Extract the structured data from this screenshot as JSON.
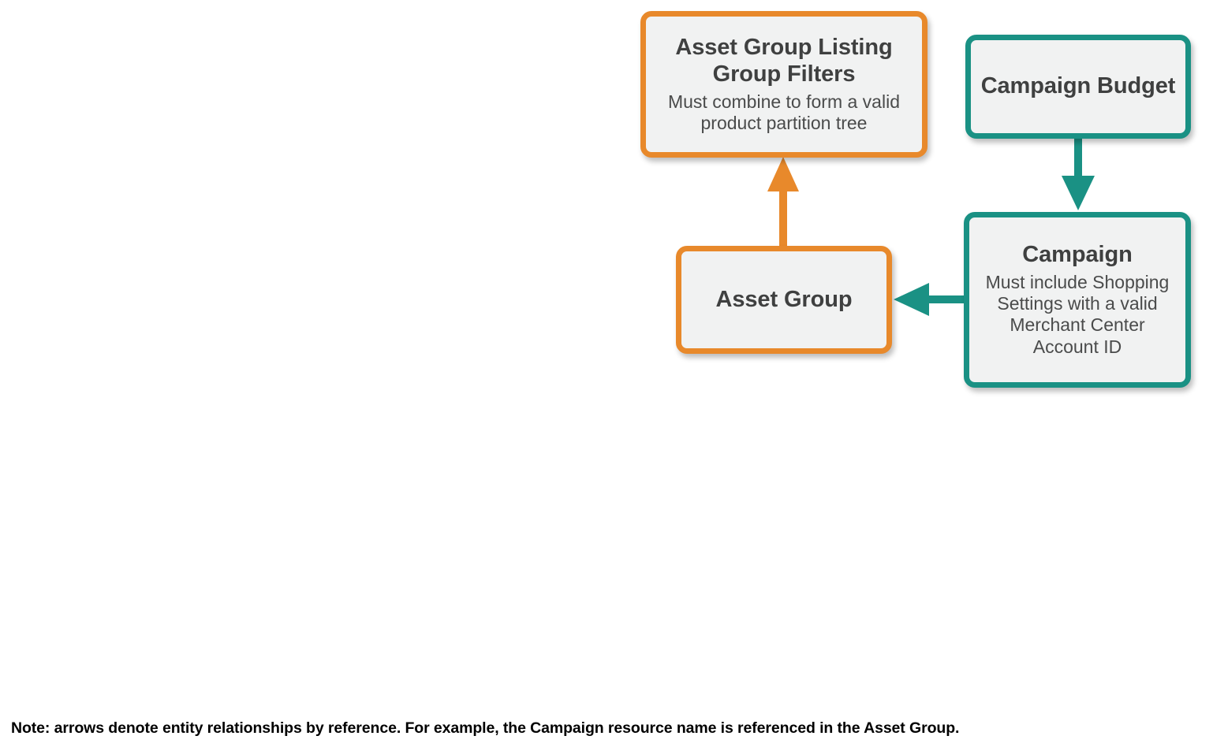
{
  "diagram": {
    "colors": {
      "orange": "#e8892b",
      "teal": "#1a9184",
      "node_fill": "#f1f2f2",
      "title_text": "#3f4040",
      "body_text": "#4a4b4b",
      "note_text": "#000000",
      "background": "#ffffff"
    },
    "nodes": [
      {
        "id": "asset-group-listing-group-filters",
        "title": "Asset Group Listing Group Filters",
        "description": "Must combine to form a valid product partition tree",
        "accent": "orange"
      },
      {
        "id": "campaign-budget",
        "title": "Campaign Budget",
        "description": "",
        "accent": "teal"
      },
      {
        "id": "asset-group",
        "title": "Asset Group",
        "description": "",
        "accent": "orange"
      },
      {
        "id": "campaign",
        "title": "Campaign",
        "description": "Must include Shopping Settings with a valid Merchant Center Account ID",
        "accent": "teal"
      }
    ],
    "edges": [
      {
        "id": "asset-group-to-listing-group-filters",
        "from": "asset-group",
        "to": "asset-group-listing-group-filters",
        "direction": "up",
        "color": "orange"
      },
      {
        "id": "campaign-budget-to-campaign",
        "from": "campaign-budget",
        "to": "campaign",
        "direction": "down",
        "color": "teal"
      },
      {
        "id": "campaign-to-asset-group",
        "from": "campaign",
        "to": "asset-group",
        "direction": "left",
        "color": "teal"
      }
    ],
    "note": "Note: arrows denote entity relationships by reference. For example, the Campaign resource name is referenced in the Asset Group."
  }
}
